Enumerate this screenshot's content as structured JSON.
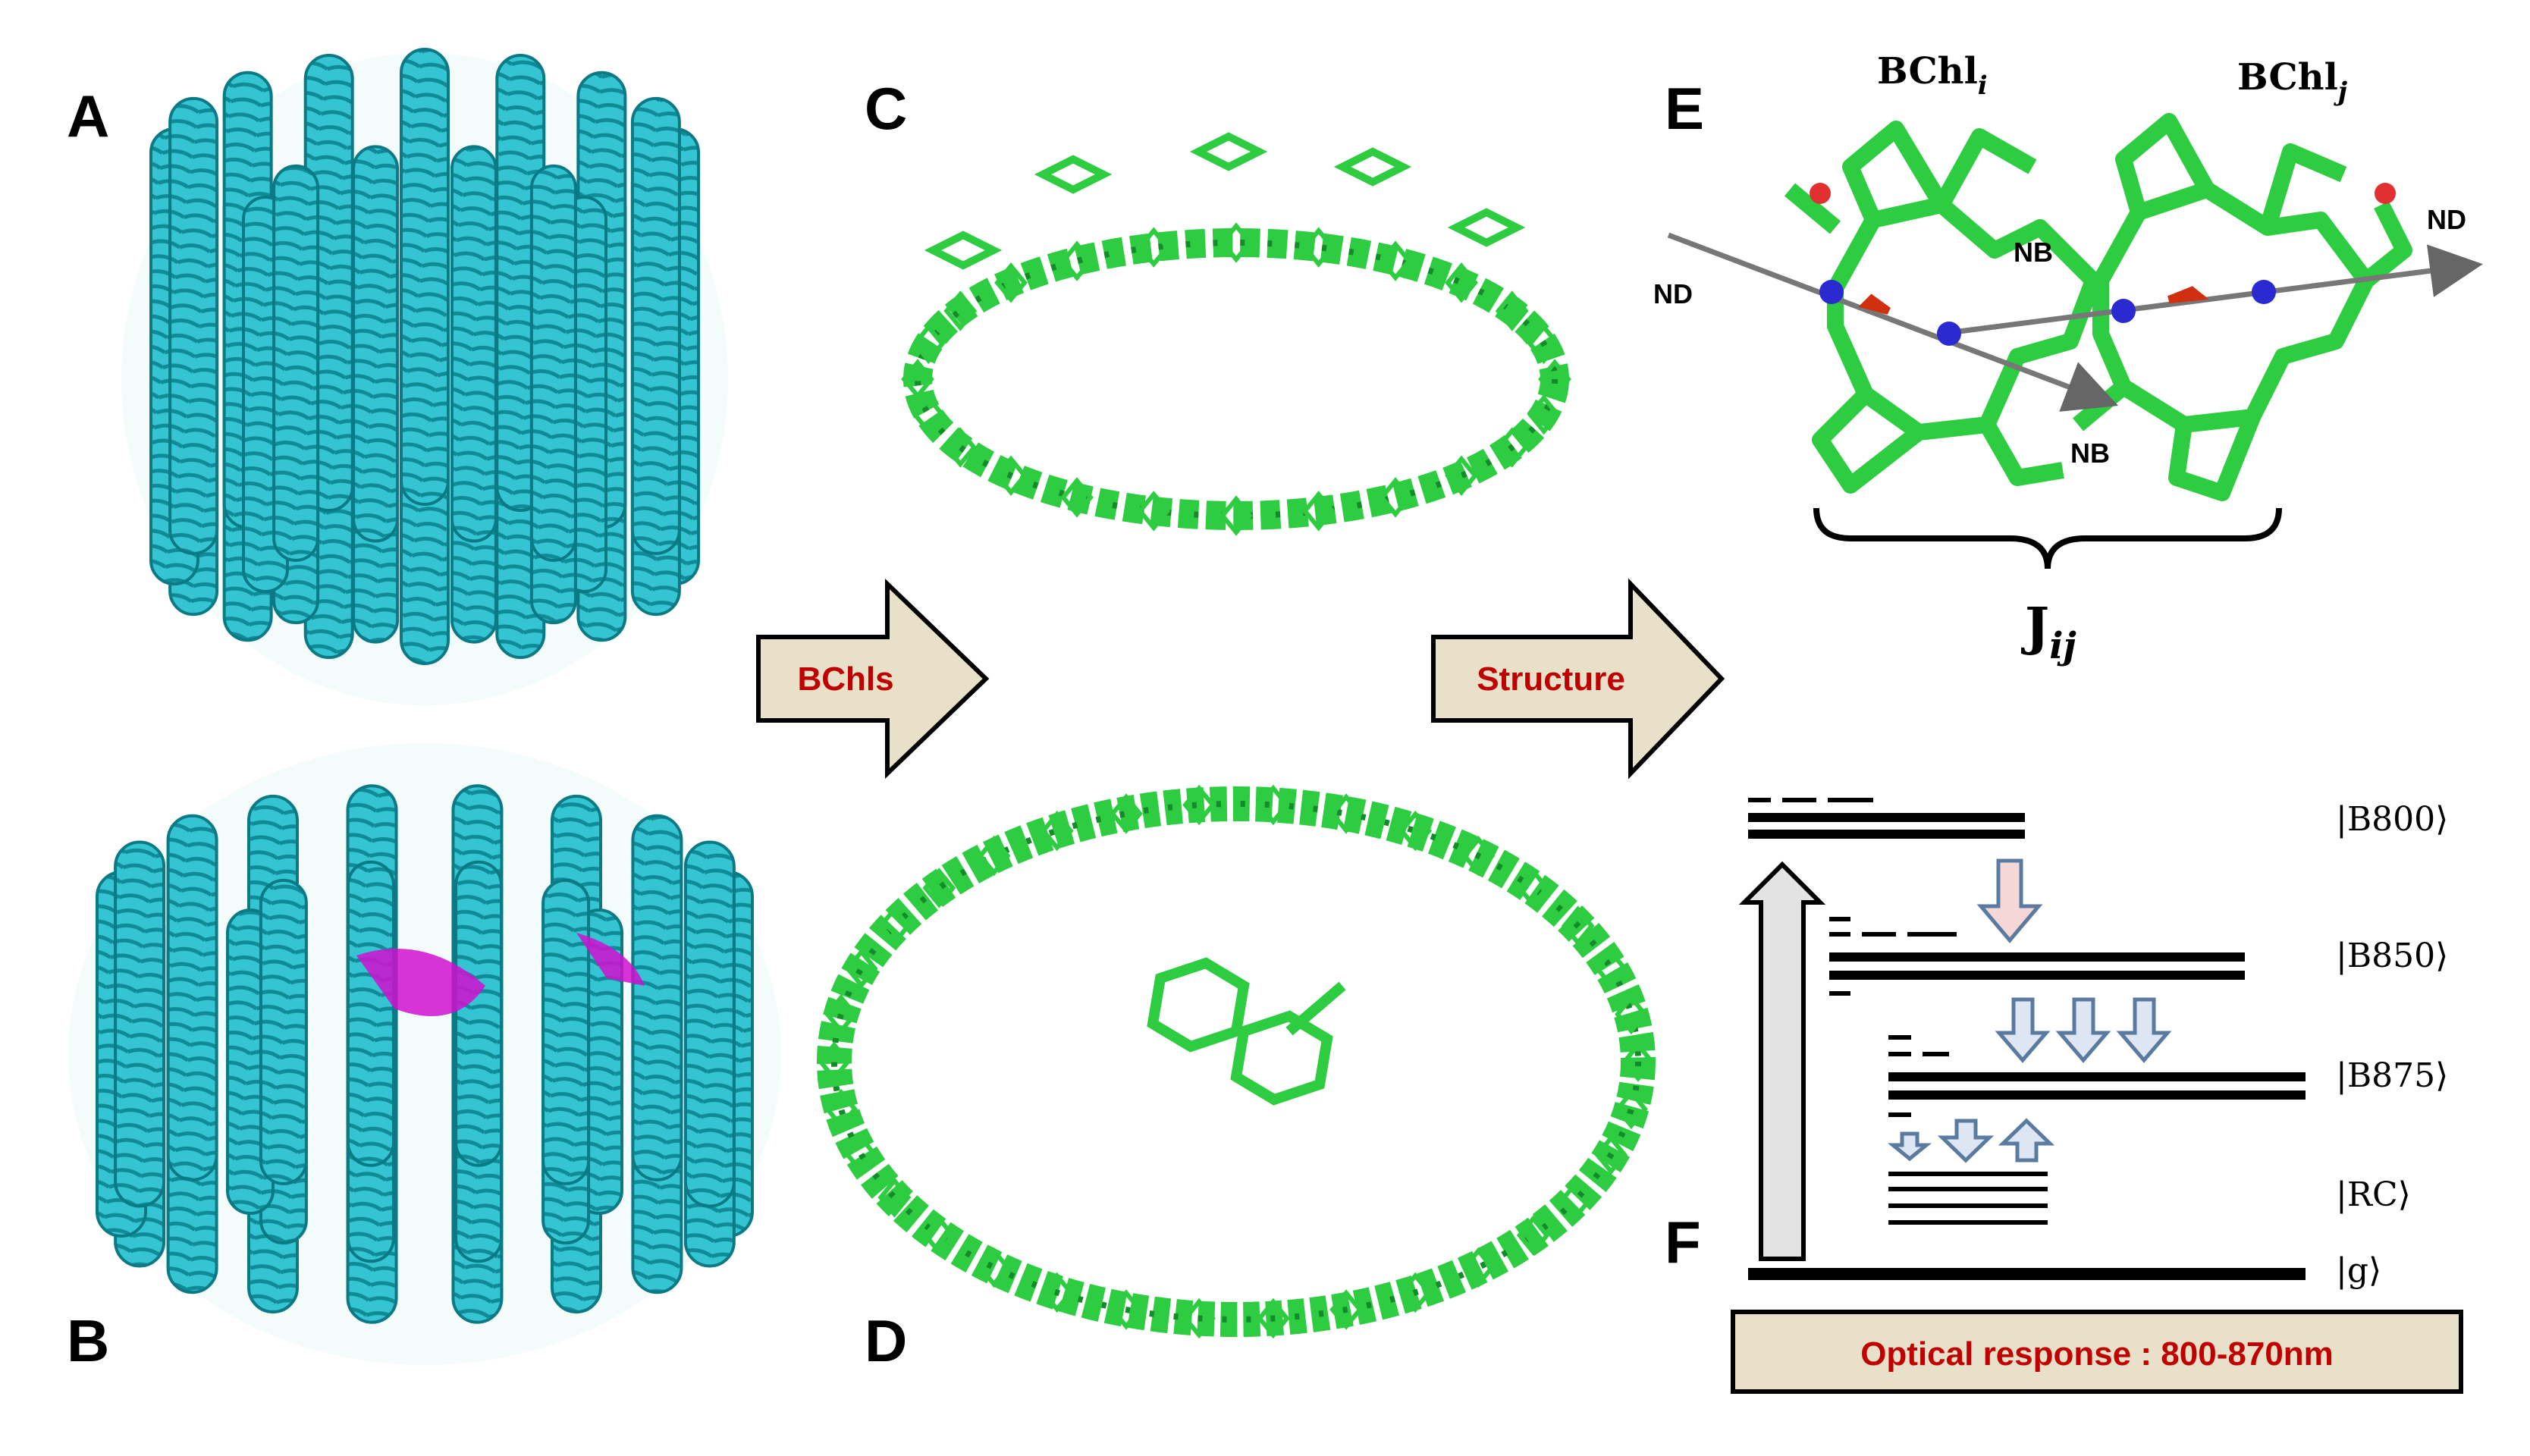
{
  "panels": {
    "a": "A",
    "b": "B",
    "c": "C",
    "d": "D",
    "e": "E",
    "f": "F"
  },
  "flow_arrows": {
    "first": "BChls",
    "second": "Structure"
  },
  "dimer": {
    "bchl_i_main": "BChl",
    "bchl_i_sub": "i",
    "bchl_j_main": "BChl",
    "bchl_j_sub": "j",
    "coupling_main": "J",
    "coupling_sub": "ij",
    "nd_left": "ND",
    "nd_right": "ND",
    "nb_top": "NB",
    "nb_bottom": "NB"
  },
  "energy_levels": {
    "b800": "|B800⟩",
    "b850": "|B850⟩",
    "b875": "|B875⟩",
    "rc": "|RC⟩",
    "g": "|g⟩"
  },
  "optical_box": "Optical response : 800-870nm",
  "colors": {
    "protein": "#1fb6c4",
    "pigment": "#2ecc40",
    "arrow_fill": "#e8e0c8",
    "label_red": "#c00000",
    "transfer_arrow": "#5b7aa0"
  }
}
